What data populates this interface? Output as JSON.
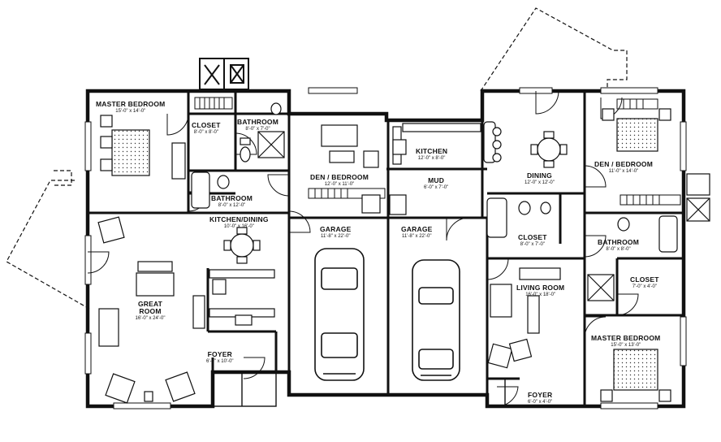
{
  "colors": {
    "ink": "#111111",
    "paper": "#ffffff",
    "bed_dots": "#333333"
  },
  "rooms": {
    "master_bedroom_left": {
      "name": "MASTER BEDROOM",
      "dims": "15'-0\" x 14'-0\""
    },
    "closet_top_left": {
      "name": "CLOSET",
      "dims": "8'-0\" x 8'-0\""
    },
    "bathroom_top_left": {
      "name": "BATHROOM",
      "dims": "8'-0\" x 7'-0\""
    },
    "bathroom_mid_left": {
      "name": "BATHROOM",
      "dims": "8'-0\" x 12'-0\""
    },
    "den_bedroom_left": {
      "name": "DEN / BEDROOM",
      "dims": "12'-0\" x 11'-0\""
    },
    "kitchen_dining_left": {
      "name": "KITCHEN/DINING",
      "dims": "10'-0\" x 16'-0\""
    },
    "great_room": {
      "name": "GREAT ROOM",
      "dims": "16'-0\" x 24'-0\""
    },
    "foyer_left": {
      "name": "FOYER",
      "dims": "6'-0\" x 10'-0\""
    },
    "garage_left": {
      "name": "GARAGE",
      "dims": "11'-8\" x 22'-0\""
    },
    "garage_right": {
      "name": "GARAGE",
      "dims": "11'-8\" x 22'-0\""
    },
    "kitchen_right": {
      "name": "KITCHEN",
      "dims": "12'-0\" x 8'-0\""
    },
    "mud_right": {
      "name": "MUD",
      "dims": "6'-0\" x 7'-0\""
    },
    "dining_right": {
      "name": "DINING",
      "dims": "12'-0\" x 12'-0\""
    },
    "den_bedroom_right": {
      "name": "DEN / BEDROOM",
      "dims": "11'-0\" x 14'-0\""
    },
    "closet_mid_right": {
      "name": "CLOSET",
      "dims": "8'-0\" x 7'-0\""
    },
    "bathroom_right": {
      "name": "BATHROOM",
      "dims": "8'-0\" x 8'-0\""
    },
    "closet_small_right": {
      "name": "CLOSET",
      "dims": "7'-0\" x 4'-0\""
    },
    "living_room_right": {
      "name": "LIVING ROOM",
      "dims": "16'-0\" x 18'-0\""
    },
    "master_bedroom_right": {
      "name": "MASTER BEDROOM",
      "dims": "15'-0\" x 13'-0\""
    },
    "foyer_right": {
      "name": "FOYER",
      "dims": "6'-0\" x 4'-0\""
    }
  }
}
